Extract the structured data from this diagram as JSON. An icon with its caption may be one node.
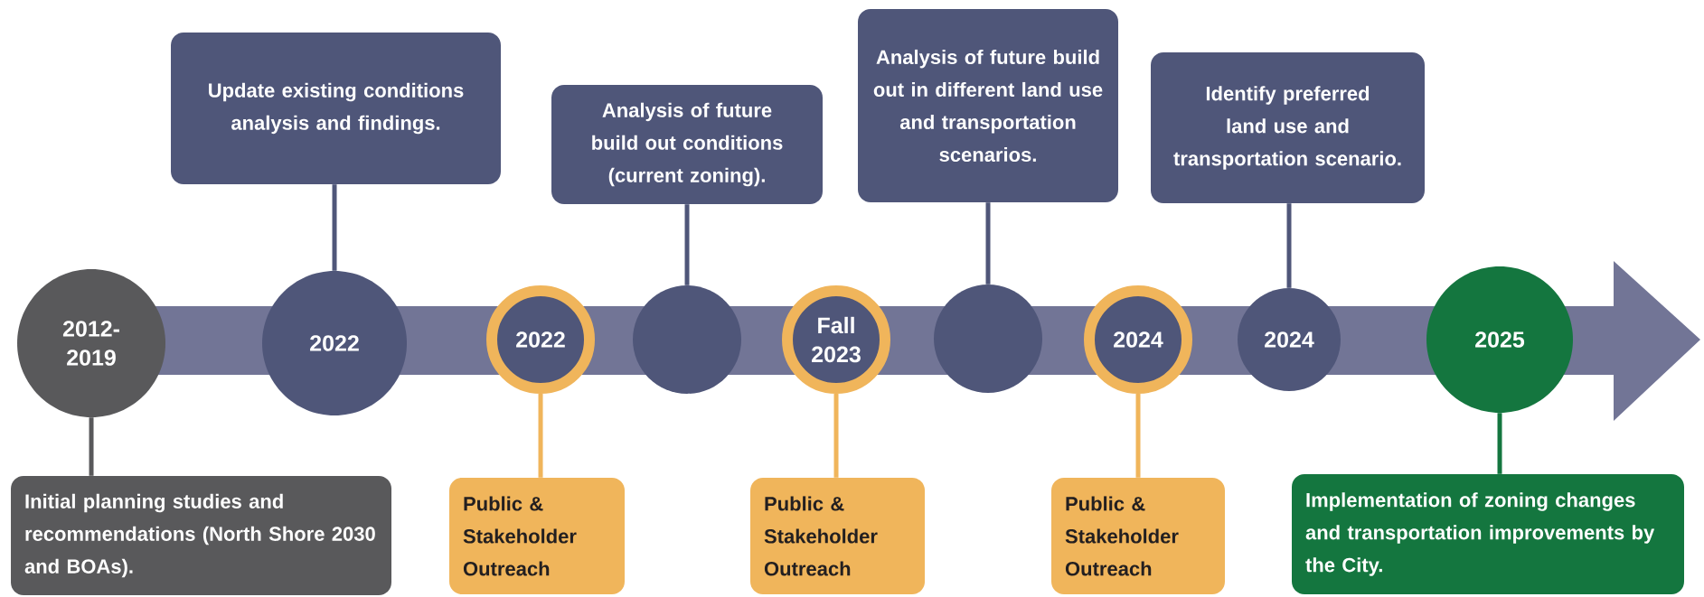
{
  "diagram": {
    "nodes": [
      {
        "text": [
          "2012- 2019"
        ]
      },
      {
        "text": [
          "Initial planning studies and recommendations (North Shore 2030 and BOAs)."
        ]
      },
      {
        "text": [
          "Update existing conditions analysis and findings."
        ]
      },
      {
        "text": [
          "2022"
        ]
      },
      {
        "text": [
          "2022"
        ]
      },
      {
        "text": [
          "Public & Stakeholder Outreach"
        ]
      },
      {
        "text": [
          "Analysis of future build out conditions (current zoning)."
        ]
      },
      {
        "text": [],
        "shape": "circle"
      },
      {
        "text": [
          "Fall 2023"
        ]
      },
      {
        "text": [
          "Public & Stakeholder Outreach"
        ]
      },
      {
        "text": [
          "Analysis of future build out in different land use and transportation scenarios."
        ]
      },
      {
        "text": [],
        "shape": "circle"
      },
      {
        "text": [
          "2024"
        ]
      },
      {
        "text": [
          "Public & Stakeholder Outreach"
        ]
      },
      {
        "text": [
          "Identify preferred land use and transportation scenario."
        ]
      },
      {
        "text": [
          "2024"
        ]
      },
      {
        "text": [
          "2025"
        ]
      },
      {
        "text": [
          "Implementation of zoning changes and transportation improvements by the City."
        ]
      }
    ],
    "edges": [
      {
        "from": 1,
        "to": 0,
        "arrow": "none",
        "color": "#59595b"
      },
      {
        "from": 2,
        "to": 3,
        "arrow": "none"
      },
      {
        "from": 5,
        "to": 4,
        "arrow": "none",
        "color": "#f0b55b"
      },
      {
        "from": 6,
        "to": 7,
        "arrow": "none"
      },
      {
        "from": 9,
        "to": 8,
        "arrow": "none",
        "color": "#f0b55b"
      },
      {
        "from": 10,
        "to": 11,
        "arrow": "none"
      },
      {
        "from": 13,
        "to": 12,
        "arrow": "none",
        "color": "#f0b55b"
      },
      {
        "from": 14,
        "to": 15,
        "arrow": "none"
      },
      {
        "from": 17,
        "to": 16,
        "arrow": "none",
        "color": "#14763f"
      }
    ]
  }
}
